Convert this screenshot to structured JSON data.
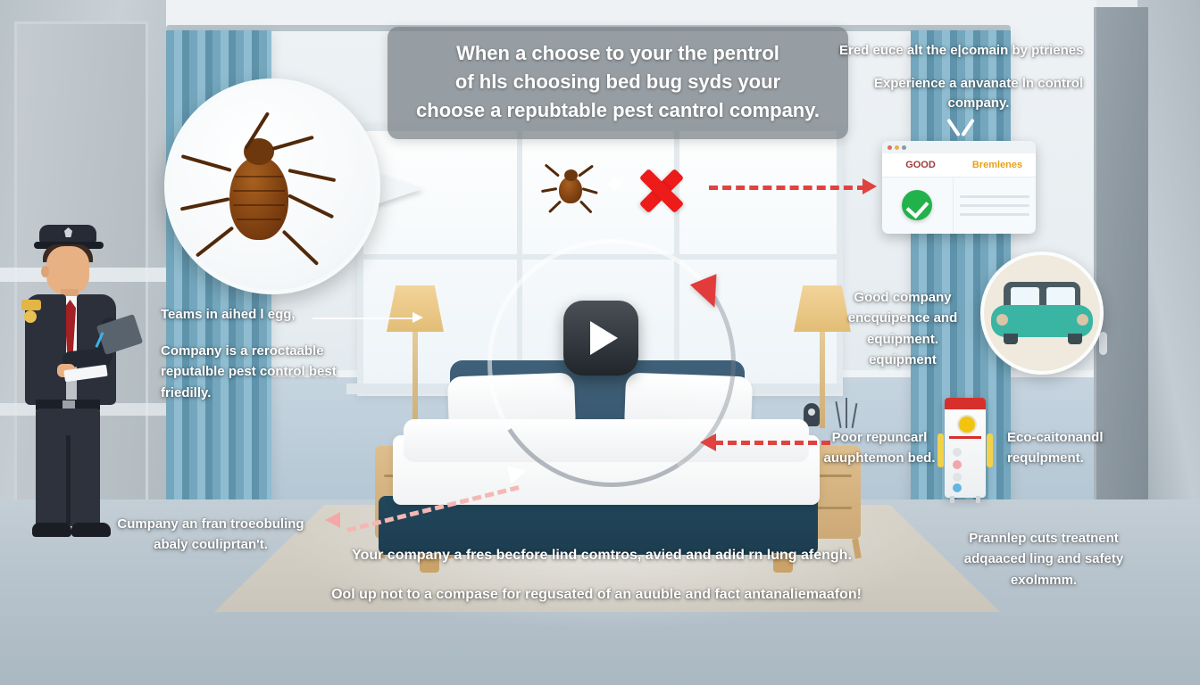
{
  "banner": {
    "lines": [
      "When a choose to your the pentrol",
      "of hls choosing bed bug syds your",
      "choose a repubtable pest cantrol company."
    ]
  },
  "annotations": {
    "top_right": {
      "line1": "Ered euce alt the e|comain by ptrienes",
      "line2": "Experience a anvanate ln control",
      "line3": "company."
    },
    "left_top": "Teams in aihed l egg,",
    "left_block": "Company is a reroctaable reputalble pest control best friedilly.",
    "right_top": "Good company encquipence and equipment. equipment",
    "right_mid": "Poor repuncarl auuphtemon bed.",
    "right_side": "Eco-caitonandl requlpment.",
    "bottom_left": "Cumpany an fran troeobuling abaly couliprtan't.",
    "bottom_center": "Your company a fres becfore lind comtros, avied and adid rn lung afengh.",
    "bottom_last": "Ool up not to a compase for regusated of an auuble and fact antanaliemaafon!",
    "bottom_right": "Prannlep cuts treatnent adqaaced ling and safety exolmmm."
  },
  "widget_card": {
    "title_left": "GOOD",
    "title_right": "Bremlenes",
    "dots": [
      "#e06c5a",
      "#e6b04a",
      "#8e97a0"
    ]
  },
  "icons": {
    "play": "play-button-icon",
    "red_x": "red-cross-icon",
    "check": "green-check-icon",
    "chevron": "chevron-down-icon",
    "bug": "bed-bug-icon",
    "car": "service-van-icon",
    "machine": "treatment-equipment-icon",
    "magnifier": "magnifier-icon"
  },
  "colors": {
    "accent_red": "#e0433f",
    "accent_green": "#22b24c",
    "bed_blue": "#22475c",
    "curtain_blue": "#74a7bd",
    "banner_bg": "#767e84",
    "card_good": "#a33a3a",
    "card_badge": "#e8a219"
  }
}
